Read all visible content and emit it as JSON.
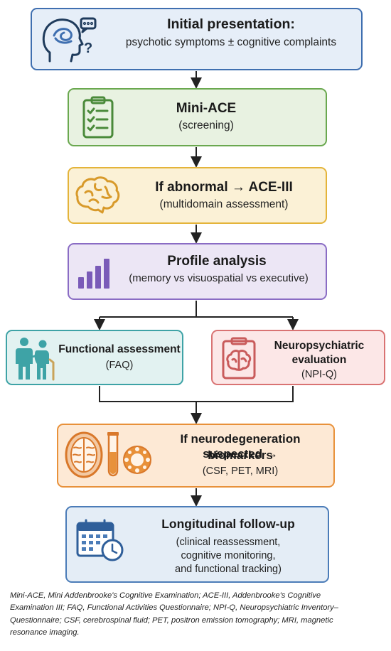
{
  "steps": [
    {
      "title": "Initial presentation:",
      "subtitle": "psychotic symptoms ± cognitive complaints"
    },
    {
      "title": "Mini-ACE",
      "subtitle": "(screening)"
    },
    {
      "title": "If abnormal → ACE-III",
      "subtitle": "(multidomain assessment)"
    },
    {
      "title": "Profile analysis",
      "subtitle": "(memory vs visuospatial vs executive)"
    },
    {
      "title": "Functional assessment",
      "subtitle": "(FAQ)"
    },
    {
      "title_line1": "Neuropsychiatric",
      "title_line2": "evaluation",
      "subtitle": "(NPI-Q)"
    },
    {
      "title_line1": "If neurodegeneration suspected →",
      "title_line2": "biomarkers",
      "subtitle": "(CSF, PET, MRI)"
    },
    {
      "title": "Longitudinal follow-up",
      "line1": "(clinical reassessment,",
      "line2": "cognitive monitoring,",
      "line3": "and functional tracking)"
    }
  ],
  "caption": {
    "line1": "Mini-ACE, Mini Addenbrooke's Cognitive Examination; ACE-III, Addenbrooke's Cognitive",
    "line2": "Examination III; FAQ, Functional Activities Questionnaire; NPI-Q, Neuropsychiatric Inventory–",
    "line3": "Questionnaire; CSF, cerebrospinal fluid; PET, positron emission tomography; MRI, magnetic",
    "line4": "resonance imaging."
  },
  "icons": [
    "head-question-icon",
    "clipboard-checklist-icon",
    "brain-icon",
    "bar-chart-icon",
    "caregiver-elderly-icon",
    "brain-clipboard-icon",
    "brain-scan-icon",
    "test-tube-icon",
    "pet-scanner-icon",
    "calendar-clock-icon"
  ],
  "colors": {
    "blue": "#3f6fb0",
    "green": "#6aa84f",
    "yellow": "#e4b43a",
    "purple": "#8a6cc4",
    "teal": "#3ea3a6",
    "red": "#d97373",
    "orange": "#e8913a",
    "navy": "#1f3b5c"
  }
}
